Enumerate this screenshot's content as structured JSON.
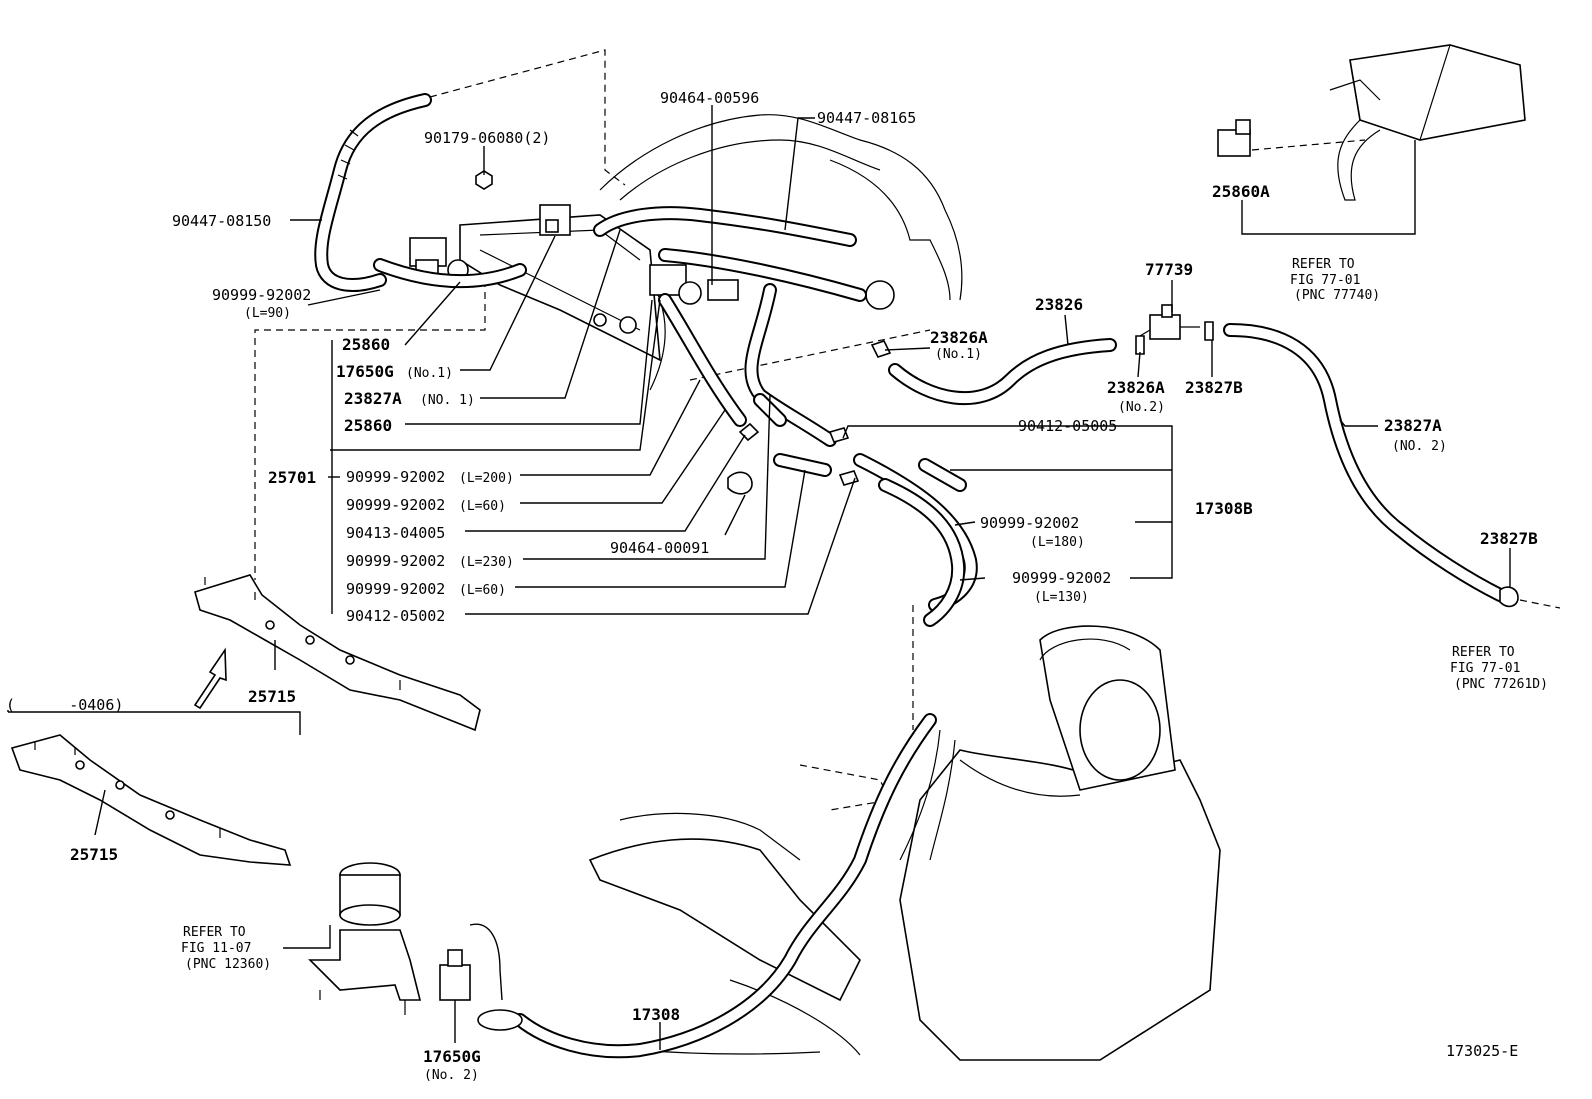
{
  "labels": {
    "l_90464_00596": "90464-00596",
    "l_90447_08165": "90447-08165",
    "l_90179_06080": "90179-06080(2)",
    "l_90447_08150": "90447-08150",
    "l_90999_92002_l90": "90999-92002",
    "l_l90": "(L=90)",
    "l_25860_a": "25860",
    "l_17650g_no1": "17650G",
    "l_17650g_no1_sub": "(No.1)",
    "l_23827a_no1": "23827A",
    "l_23827a_no1_sub": "(NO. 1)",
    "l_25860_b": "25860",
    "l_25701": "25701",
    "l_h200": "90999-92002",
    "l_h200_sub": "(L=200)",
    "l_h60a": "90999-92002",
    "l_h60a_sub": "(L=60)",
    "l_90413": "90413-04005",
    "l_h230": "90999-92002",
    "l_h230_sub": "(L=230)",
    "l_h60b": "90999-92002",
    "l_h60b_sub": "(L=60)",
    "l_90412_05002": "90412-05002",
    "l_90464_00091": "90464-00091",
    "l_23826a_no1": "23826A",
    "l_23826a_no1_sub": "(No.1)",
    "l_23826": "23826",
    "l_77739": "77739",
    "l_23826a_no2": "23826A",
    "l_23826a_no2_sub": "(No.2)",
    "l_23827b_a": "23827B",
    "l_90412_05005": "90412-05005",
    "l_17308b": "17308B",
    "l_h180": "90999-92002",
    "l_h180_sub": "(L=180)",
    "l_h130": "90999-92002",
    "l_h130_sub": "(L=130)",
    "l_23827a_no2": "23827A",
    "l_23827a_no2_sub": "(NO. 2)",
    "l_23827b_b": "23827B",
    "l_25860a": "25860A",
    "refer_7740_1": "REFER TO",
    "refer_7740_2": "FIG 77-01",
    "refer_7740_3": "(PNC 77740)",
    "refer_7261_1": "REFER TO",
    "refer_7261_2": "FIG 77-01",
    "refer_7261_3": "(PNC 77261D)",
    "refer_1236_1": "REFER TO",
    "refer_1236_2": "FIG 11-07",
    "refer_1236_3": "(PNC 12360)",
    "l_25715_a": "25715",
    "l_25715_b": "25715",
    "l_range": "(      -0406)",
    "l_17308": "17308",
    "l_17650g_no2": "17650G",
    "l_17650g_no2_sub": "(No. 2)",
    "fig_code": "173025-E"
  }
}
